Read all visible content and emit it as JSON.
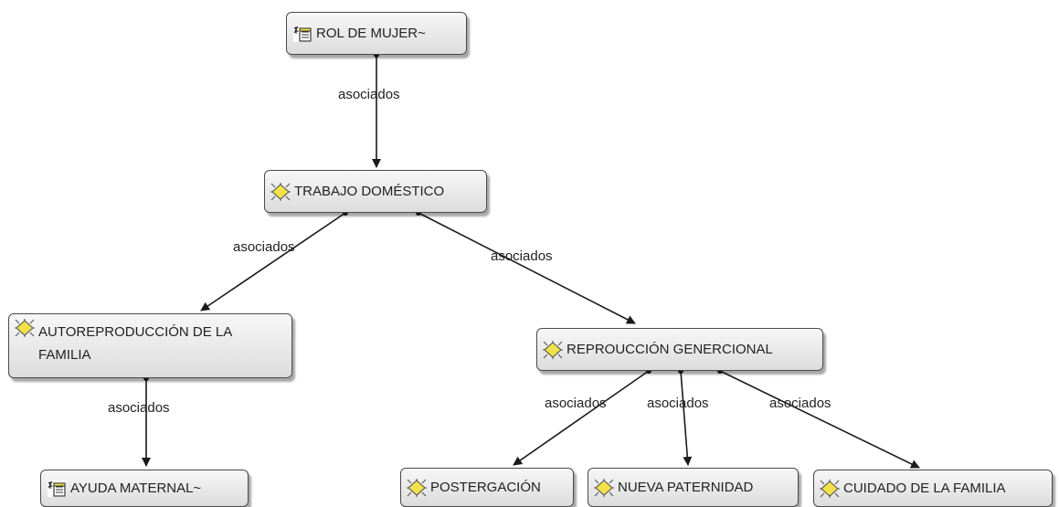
{
  "nodes": {
    "rol_de_mujer": {
      "label": "ROL DE MUJER~",
      "icon": "document-group-icon"
    },
    "trabajo_domestico": {
      "label": "TRABAJO DOMÉSTICO",
      "icon": "concept-star-icon"
    },
    "autoreproduccion": {
      "label": "AUTOREPRODUCCIÓN DE LA FAMILIA",
      "icon": "concept-star-icon"
    },
    "reproduccion_generacional": {
      "label": "REPROUCCIÓN GENERCIONAL",
      "icon": "concept-star-icon"
    },
    "ayuda_maternal": {
      "label": "AYUDA MATERNAL~",
      "icon": "document-group-icon"
    },
    "postergacion": {
      "label": "POSTERGACIÓN",
      "icon": "concept-star-icon"
    },
    "nueva_paternidad": {
      "label": "NUEVA PATERNIDAD",
      "icon": "concept-star-icon"
    },
    "cuidado_familia": {
      "label": "CUIDADO DE LA FAMILIA",
      "icon": "concept-star-icon"
    }
  },
  "links": {
    "rol_trabajo": "asociados",
    "trabajo_auto": "asociados",
    "trabajo_repro": "asociados",
    "auto_ayuda": "asociados",
    "repro_postergacion": "asociados",
    "repro_paternidad": "asociados",
    "repro_cuidado": "asociados"
  },
  "colors": {
    "node_border": "#4a4a4a",
    "edge": "#1a1a1a",
    "icon_yellow": "#f2e24a"
  }
}
